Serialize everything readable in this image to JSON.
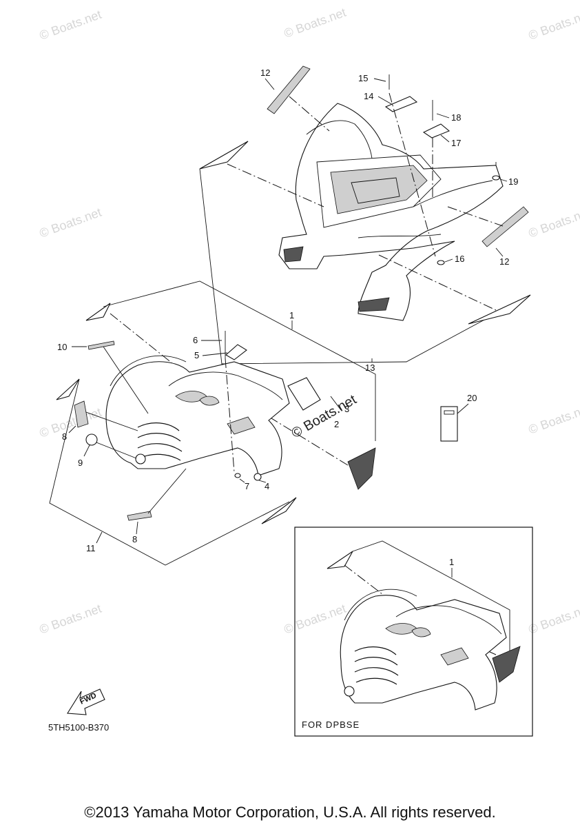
{
  "watermark": "© Boats.net",
  "callouts": [
    "1",
    "2",
    "3",
    "4",
    "5",
    "6",
    "7",
    "8",
    "9",
    "10",
    "11",
    "12",
    "13",
    "14",
    "15",
    "16",
    "17",
    "18",
    "19",
    "20"
  ],
  "drawing_code": "5TH5100-B370",
  "fwd_label": "FWD",
  "inset_caption": "FOR  DPBSE",
  "copyright": "©2013 Yamaha Motor Corporation, U.S.A. All rights reserved."
}
